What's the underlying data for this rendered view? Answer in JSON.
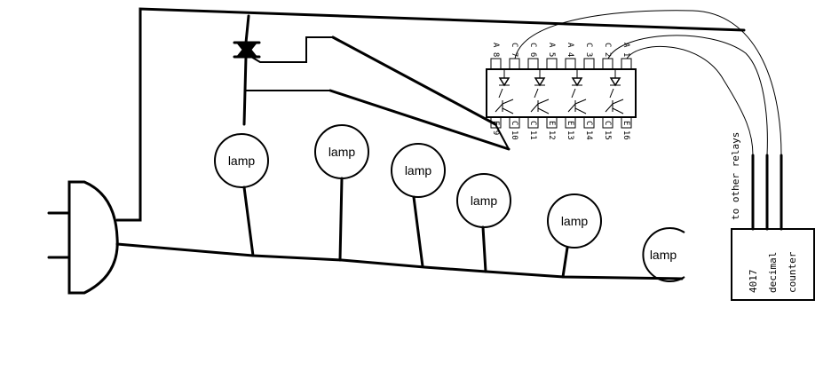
{
  "lamps": [
    {
      "label": "lamp"
    },
    {
      "label": "lamp"
    },
    {
      "label": "lamp"
    },
    {
      "label": "lamp"
    },
    {
      "label": "lamp"
    },
    {
      "label": "lamp"
    }
  ],
  "optocoupler": {
    "top_pins": [
      "A 8",
      "C 7",
      "C 6",
      "A 5",
      "A 4",
      "C 3",
      "C 2",
      "A 1"
    ],
    "bottom_pins": [
      "E 9",
      "C 10",
      "C 11",
      "E 12",
      "E 13",
      "C 14",
      "C 15",
      "E 16"
    ]
  },
  "counter": {
    "line1": "4017",
    "line2": "decimal",
    "line3": "counter"
  },
  "note": "to other relays"
}
